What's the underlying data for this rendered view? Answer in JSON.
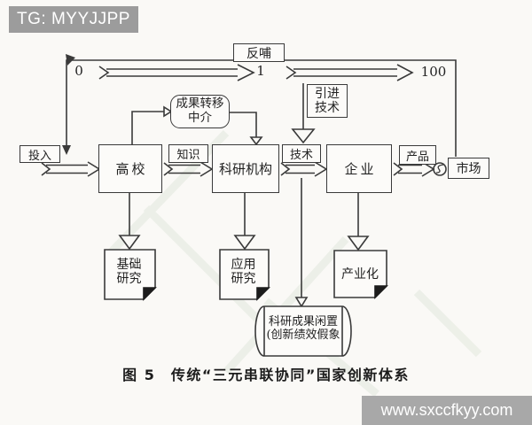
{
  "header": {
    "tag": "TG: MYYJJPP"
  },
  "watermark": {
    "url": "www.sxccfkyy.com"
  },
  "caption": "图 5　传统“三元串联协同”国家创新体系",
  "scale": {
    "zero": "0",
    "one": "1",
    "hundred": "100"
  },
  "nodes": {
    "feedback": "反哺",
    "import_tech": "引进\n技术",
    "intermediary": "成果转移\n中介",
    "input": "投入",
    "university": "高校",
    "knowledge": "知识",
    "research_institute": "科研机构",
    "technology": "技术",
    "enterprise": "企业",
    "product": "产品",
    "market": "市场",
    "basic_research": "基础\n研究",
    "applied_research": "应用\n研究",
    "industrialization": "产业化",
    "idle_achievements": "科研成果闲置\n(创新绩效假象"
  },
  "colors": {
    "diagram_line": "#3a3a3a",
    "header_bg": "#9c9c9c",
    "watermark_bg": "#a8a8a8",
    "page_bg": "#faf9f6"
  }
}
